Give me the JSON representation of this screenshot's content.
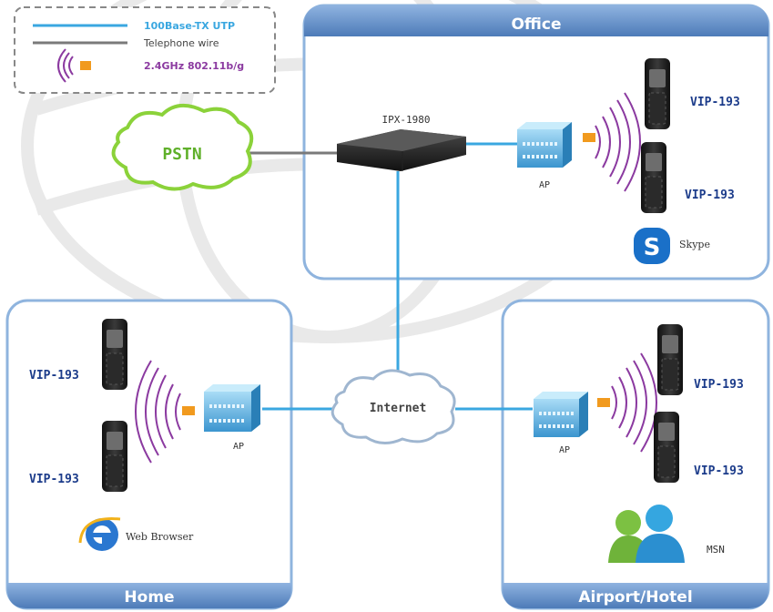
{
  "legend": {
    "utp_label": "100Base-TX UTP",
    "phone_wire_label": "Telephone wire",
    "wifi_label": "2.4GHz 802.11b/g"
  },
  "zones": {
    "office": "Office",
    "home": "Home",
    "airport": "Airport/Hotel"
  },
  "clouds": {
    "pstn": "PSTN",
    "internet": "Internet"
  },
  "devices": {
    "pbx": "IPX-1980",
    "ap": "AP",
    "phone": "VIP-193"
  },
  "apps": {
    "skype": "Skype",
    "web": "Web Browser",
    "msn": "MSN"
  },
  "colors": {
    "utp": "#3aa7e0",
    "phone_wire": "#7a7a7a",
    "wifi": "#8b3aa0",
    "zone_header": "#5a86c0",
    "zone_border": "#8fb4de",
    "pstn_green": "#8bd23a",
    "label_blue": "#1b3b8a"
  }
}
